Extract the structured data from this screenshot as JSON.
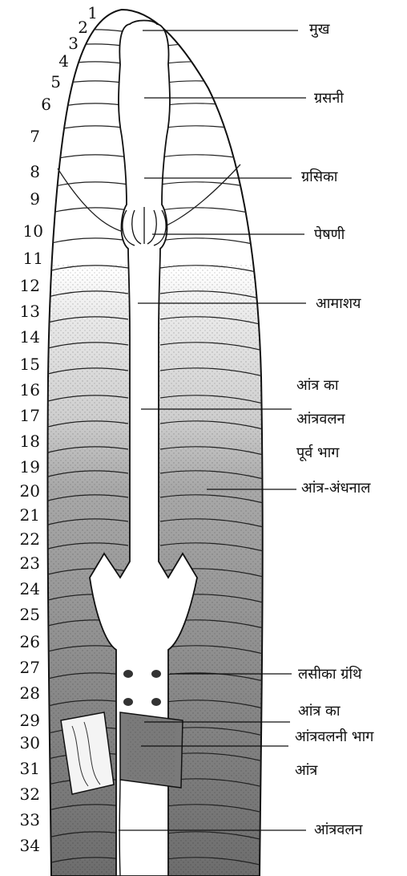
{
  "segment_numbers": [
    "1",
    "2",
    "3",
    "4",
    "5",
    "6",
    "7",
    "8",
    "9",
    "10",
    "11",
    "12",
    "13",
    "14",
    "15",
    "16",
    "17",
    "18",
    "19",
    "20",
    "21",
    "22",
    "23",
    "24",
    "25",
    "26",
    "27",
    "28",
    "29",
    "30",
    "31",
    "32",
    "33",
    "34"
  ],
  "labels": {
    "mouth": "मुख",
    "pharynx": "ग्रसनी",
    "oesophagus": "ग्रसिका",
    "gizzard": "पेषणी",
    "stomach": "आमाशय",
    "pre_typhlosolar_1": "आंत्र का",
    "pre_typhlosolar_2": "आंत्रवलन",
    "pre_typhlosolar_3": "पूर्व भाग",
    "intestinal_caeca": "आंत्र-अंधनाल",
    "lymph_glands": "लसीका ग्रंथि",
    "typhlosolar_1": "आंत्र का",
    "typhlosolar_2": "आंत्रवलनी भाग",
    "intestine": "आंत्र",
    "typhlosole": "आंत्रवलन"
  },
  "colors": {
    "ink": "#111111",
    "tract": "#ffffff",
    "band_light": "#e9e9e9",
    "band_mid": "#b8b8b8",
    "band_dark": "#8a8a8a",
    "band_darkest": "#6e6e6e"
  }
}
